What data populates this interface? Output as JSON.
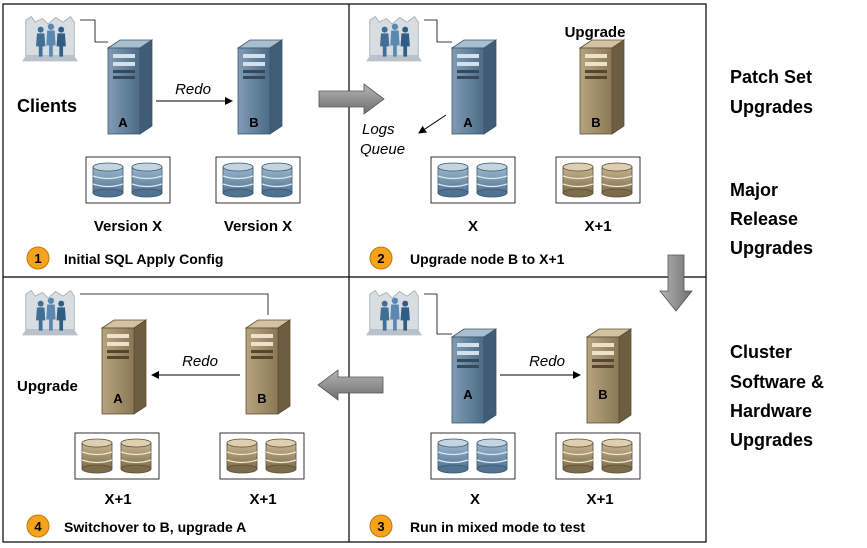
{
  "panels": [
    {
      "step": "1",
      "caption": "Initial SQL Apply Config",
      "clients_label": "Clients",
      "link_label": "Redo",
      "server_a": {
        "label": "A",
        "type": "blue"
      },
      "server_b": {
        "label": "B",
        "type": "blue"
      },
      "db_left": {
        "label": "Version X",
        "type": "blue"
      },
      "db_right": {
        "label": "Version X",
        "type": "blue"
      }
    },
    {
      "step": "2",
      "caption": "Upgrade node B to X+1",
      "top_label": "Upgrade",
      "logs_label_1": "Logs",
      "logs_label_2": "Queue",
      "server_a": {
        "label": "A",
        "type": "blue"
      },
      "server_b": {
        "label": "B",
        "type": "tan"
      },
      "db_left": {
        "label": "X",
        "type": "blue"
      },
      "db_right": {
        "label": "X+1",
        "type": "tan"
      }
    },
    {
      "step": "3",
      "caption": "Run in mixed mode to test",
      "link_label": "Redo",
      "server_a": {
        "label": "A",
        "type": "blue"
      },
      "server_b": {
        "label": "B",
        "type": "tan"
      },
      "db_left": {
        "label": "X",
        "type": "blue"
      },
      "db_right": {
        "label": "X+1",
        "type": "tan"
      }
    },
    {
      "step": "4",
      "caption": "Switchover to B, upgrade A",
      "side_label": "Upgrade",
      "link_label": "Redo",
      "server_a": {
        "label": "A",
        "type": "tan"
      },
      "server_b": {
        "label": "B",
        "type": "tan"
      },
      "db_left": {
        "label": "X+1",
        "type": "tan"
      },
      "db_right": {
        "label": "X+1",
        "type": "tan"
      }
    }
  ],
  "side_labels": {
    "patch_set": [
      "Patch Set",
      "Upgrades"
    ],
    "major_release": [
      "Major",
      "Release",
      "Upgrades"
    ],
    "cluster": [
      "Cluster",
      "Software &",
      "Hardware",
      "Upgrades"
    ]
  },
  "colors": {
    "blue_server": "#5d7e98",
    "tan_server": "#a08e6c",
    "blue_disk": "#6d92b0",
    "tan_disk": "#9c8a66",
    "arrow_gray": "#8a8a8a",
    "step_badge": "#f7a21c"
  }
}
